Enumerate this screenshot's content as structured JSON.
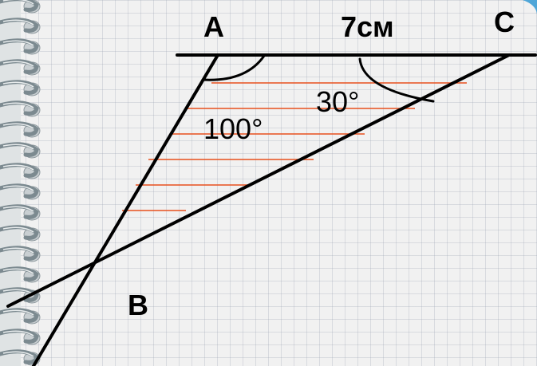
{
  "labels": {
    "vertex_a": "A",
    "vertex_c": "C",
    "vertex_b": "B",
    "side_ac": "7см",
    "angle_a": "100°",
    "angle_c": "30°"
  },
  "colors": {
    "paper": "#f1f1f1",
    "grid": "#a8b0bc",
    "lines": "#000000",
    "hatch": "#e8501e",
    "ring_metal": "#7c8a90",
    "corner_accent": "#4fa6d8"
  },
  "icons": {
    "binding": "spiral-ring-icon"
  }
}
